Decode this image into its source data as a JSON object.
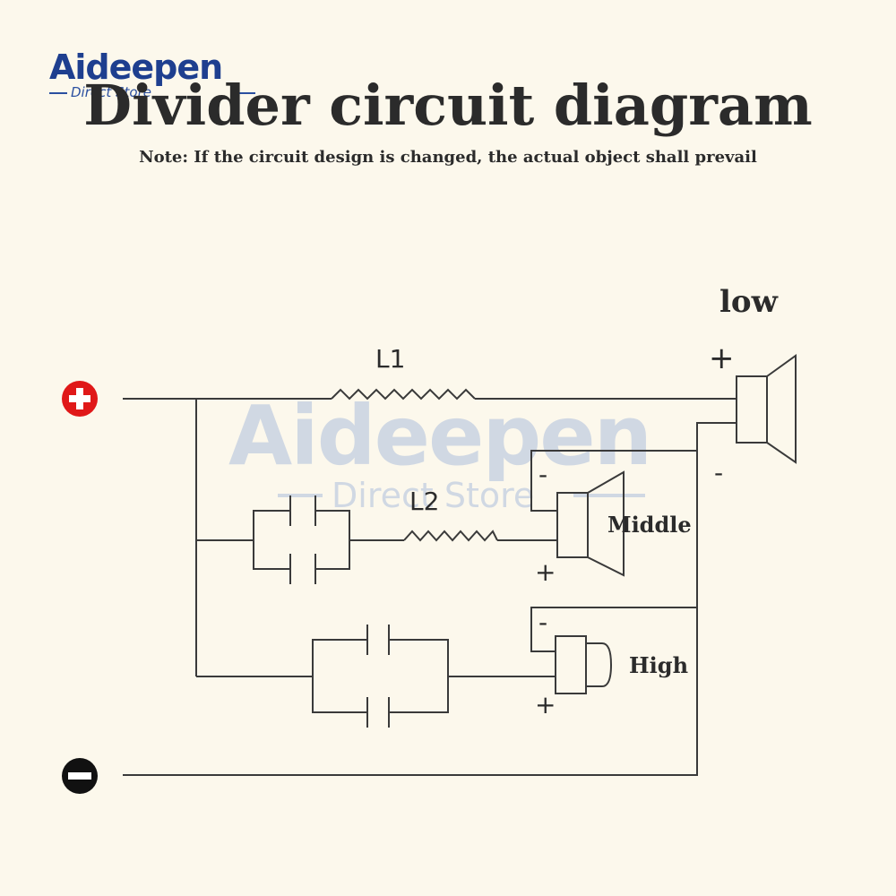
{
  "logo": {
    "wordmark": "Aideepen",
    "subtitle": "Direct Store"
  },
  "title": "Divider circuit diagram",
  "note": "Note: If the circuit design is changed, the actual object shall prevail",
  "diagram": {
    "inductor_1": "L1",
    "inductor_2": "L2",
    "speaker_low": "low",
    "speaker_middle": "Middle",
    "speaker_high": "High",
    "plus_sign": "+",
    "minus_sign": "-"
  },
  "watermark": {
    "wordmark": "Aideepen",
    "subtitle": "Direct Store"
  },
  "colors": {
    "background": "#fcf8ec",
    "line": "#3a3a3a",
    "positive_terminal": "#e01818",
    "negative_terminal": "#111111",
    "logo_blue": "#1e3f8f"
  },
  "icons": {
    "positive_terminal": "plus-circle-icon",
    "negative_terminal": "minus-circle-icon",
    "low_speaker": "speaker-icon",
    "middle_speaker": "speaker-icon",
    "high_speaker": "tweeter-icon"
  }
}
